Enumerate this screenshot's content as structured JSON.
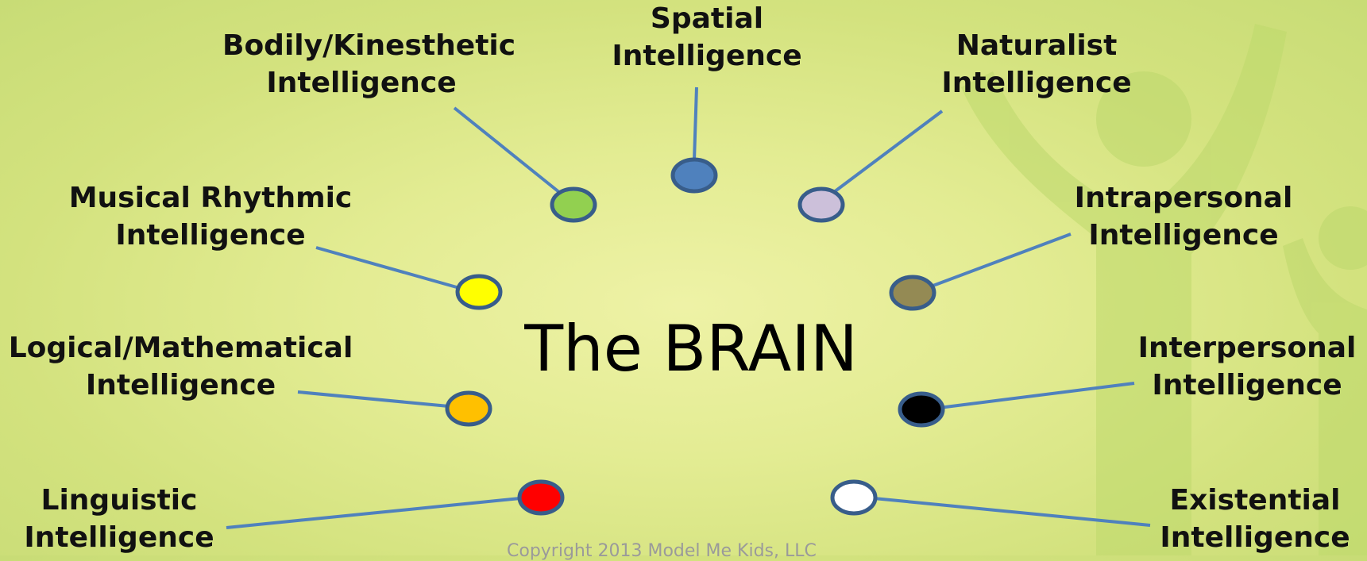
{
  "title": "The BRAIN",
  "copyright": "Copyright 2013 Model Me Kids, LLC",
  "intelligences": [
    {
      "id": "linguistic",
      "line1": "Linguistic",
      "line2": "Intelligence",
      "dot_color": "#ff0000"
    },
    {
      "id": "logical",
      "line1": "Logical/Mathematical",
      "line2": "Intelligence",
      "dot_color": "#ffc000"
    },
    {
      "id": "musical",
      "line1": "Musical Rhythmic",
      "line2": "Intelligence",
      "dot_color": "#ffff00"
    },
    {
      "id": "bodily",
      "line1": "Bodily/Kinesthetic",
      "line2": "Intelligence",
      "dot_color": "#92d050"
    },
    {
      "id": "spatial",
      "line1": "Spatial",
      "line2": "Intelligence",
      "dot_color": "#4f81bd"
    },
    {
      "id": "naturalist",
      "line1": "Naturalist",
      "line2": "Intelligence",
      "dot_color": "#ccc0da"
    },
    {
      "id": "intrapersonal",
      "line1": "Intrapersonal",
      "line2": "Intelligence",
      "dot_color": "#948a54"
    },
    {
      "id": "interpersonal",
      "line1": "Interpersonal",
      "line2": "Intelligence",
      "dot_color": "#000000"
    },
    {
      "id": "existential",
      "line1": "Existential",
      "line2": "Intelligence",
      "dot_color": "#ffffff"
    }
  ],
  "colors": {
    "connector": "#4f81bd",
    "dot_border": "#385d8a",
    "figure": "#b9d56a"
  }
}
